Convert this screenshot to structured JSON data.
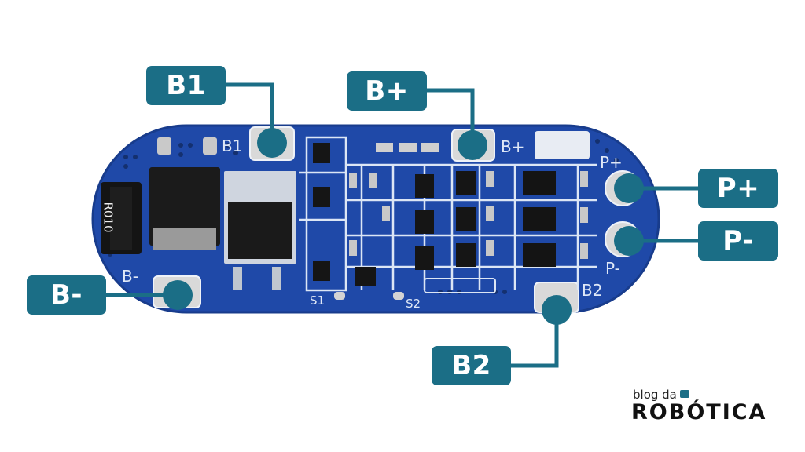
{
  "callouts": {
    "b1": "B1",
    "b_plus": "B+",
    "p_plus": "P+",
    "p_minus": "P-",
    "b_minus": "B-",
    "b2": "B2"
  },
  "silkscreen": {
    "b1": "B1",
    "b_plus": "B+",
    "p_plus": "P+",
    "p_minus": "P-",
    "b_minus": "B-",
    "b2": "B2",
    "s1": "S1",
    "s2": "S2",
    "resistor_code": "R010"
  },
  "brand": {
    "small": "blog da",
    "big": "ROBÓTICA",
    "registered": "®"
  },
  "colors": {
    "callout": "#1b6e86",
    "pcb": "#1f49a8",
    "trace": "#dce6f5",
    "pad": "#d9d9d9"
  }
}
